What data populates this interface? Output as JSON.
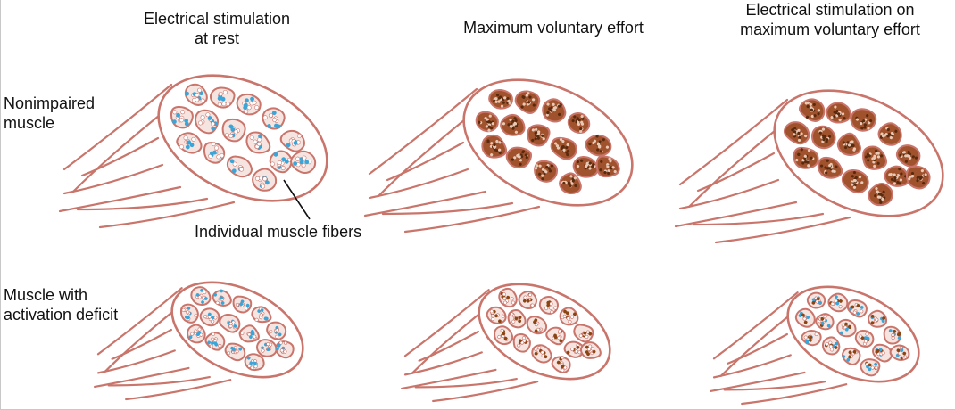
{
  "columns": {
    "rest": {
      "line1": "Electrical stimulation",
      "line2": "at rest"
    },
    "effort": {
      "line1": "Maximum voluntary effort"
    },
    "combined": {
      "line1": "Electrical stimulation on",
      "line2": "maximum voluntary effort"
    }
  },
  "rows": {
    "nonimpaired": {
      "line1": "Nonimpaired",
      "line2": "muscle"
    },
    "deficit": {
      "line1": "Muscle with",
      "line2": "activation deficit"
    }
  },
  "callout": {
    "label": "Individual muscle fibers"
  },
  "colors": {
    "outline": "#c9756b",
    "fiber_fill": "#f6e4e0",
    "blue_dot": "#3aa5d8",
    "brown_dot": "#8b4513"
  },
  "panels": [
    {
      "name": "panel-rest-nonimpaired",
      "fill": "open",
      "dots": "blue"
    },
    {
      "name": "panel-effort-nonimpaired",
      "fill": "dense",
      "dots": "brown"
    },
    {
      "name": "panel-combined-nonimpaired",
      "fill": "dense",
      "dots": "brown"
    },
    {
      "name": "panel-rest-deficit",
      "fill": "open",
      "dots": "blue"
    },
    {
      "name": "panel-effort-deficit",
      "fill": "open",
      "dots": "brown"
    },
    {
      "name": "panel-combined-deficit",
      "fill": "open",
      "dots": "mixed"
    }
  ]
}
